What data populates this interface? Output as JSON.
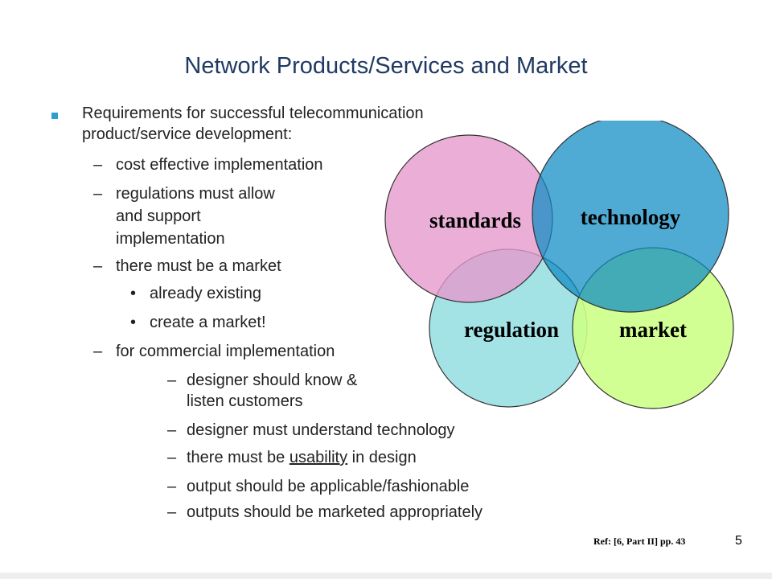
{
  "title": "Network Products/Services and Market",
  "bullets": {
    "main_line1": "Requirements for successful telecommunication",
    "main_line2": "product/service development:",
    "cost": "cost effective implementation",
    "reg_line1": "regulations must allow",
    "reg_line2": "and support",
    "reg_line3": "implementation",
    "market": "there must be a market",
    "existing": "already existing",
    "create": "create a market!",
    "commercial": "for commercial implementation",
    "designer_know_line1": "designer should know &",
    "designer_know_line2": "listen customers",
    "designer_understand": "designer must understand technology",
    "usability_pre": "there must be ",
    "usability_word": "usability",
    "usability_post": " in design",
    "output_applicable": "output should be applicable/fashionable",
    "outputs_marketed": "outputs should be marketed appropriately",
    "dash": "–",
    "dot": "•"
  },
  "venn": {
    "standards": "standards",
    "technology": "technology",
    "regulation": "regulation",
    "market": "market",
    "colors": {
      "standards": "#e699cc",
      "technology": "#0b8ac4",
      "regulation": "#a3e3e6",
      "market": "#ccff88",
      "stroke": "#333333"
    }
  },
  "footer": {
    "reference": "Ref: [6, Part II] pp. 43",
    "page_number": "5"
  }
}
